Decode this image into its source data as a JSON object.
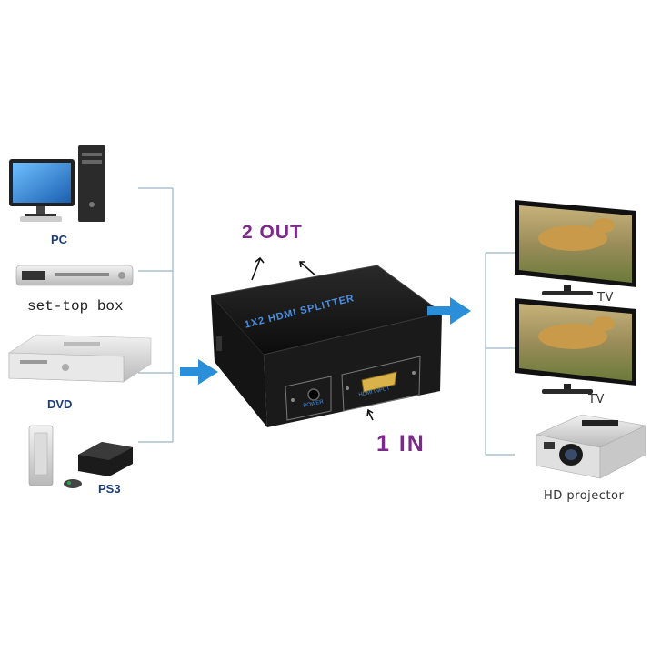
{
  "sources": [
    {
      "id": "pc",
      "label": "PC",
      "icon": "pc-icon"
    },
    {
      "id": "stb",
      "label": "set-top box",
      "icon": "set-top-box-icon"
    },
    {
      "id": "dvd",
      "label": "DVD",
      "icon": "dvd-player-icon"
    },
    {
      "id": "ps3",
      "label": "PS3",
      "icon": "game-console-icon"
    }
  ],
  "device": {
    "name": "1X2 HDMI SPLITTER",
    "power_label": "POWER",
    "input_label": "HDMI INPUT"
  },
  "annotations": {
    "out_label": "2 OUT",
    "in_label": "1 IN"
  },
  "outputs": [
    {
      "id": "tv1",
      "label": "TV",
      "icon": "tv-icon"
    },
    {
      "id": "tv2",
      "label": "TV",
      "icon": "tv-icon"
    },
    {
      "id": "projector",
      "label": "HD projector",
      "icon": "projector-icon"
    }
  ],
  "colors": {
    "arrow": "#2a8fd8",
    "accent_purple": "#7b2a8a",
    "connector_line": "#9ab4c8",
    "device_body": "#1c1c1c"
  }
}
